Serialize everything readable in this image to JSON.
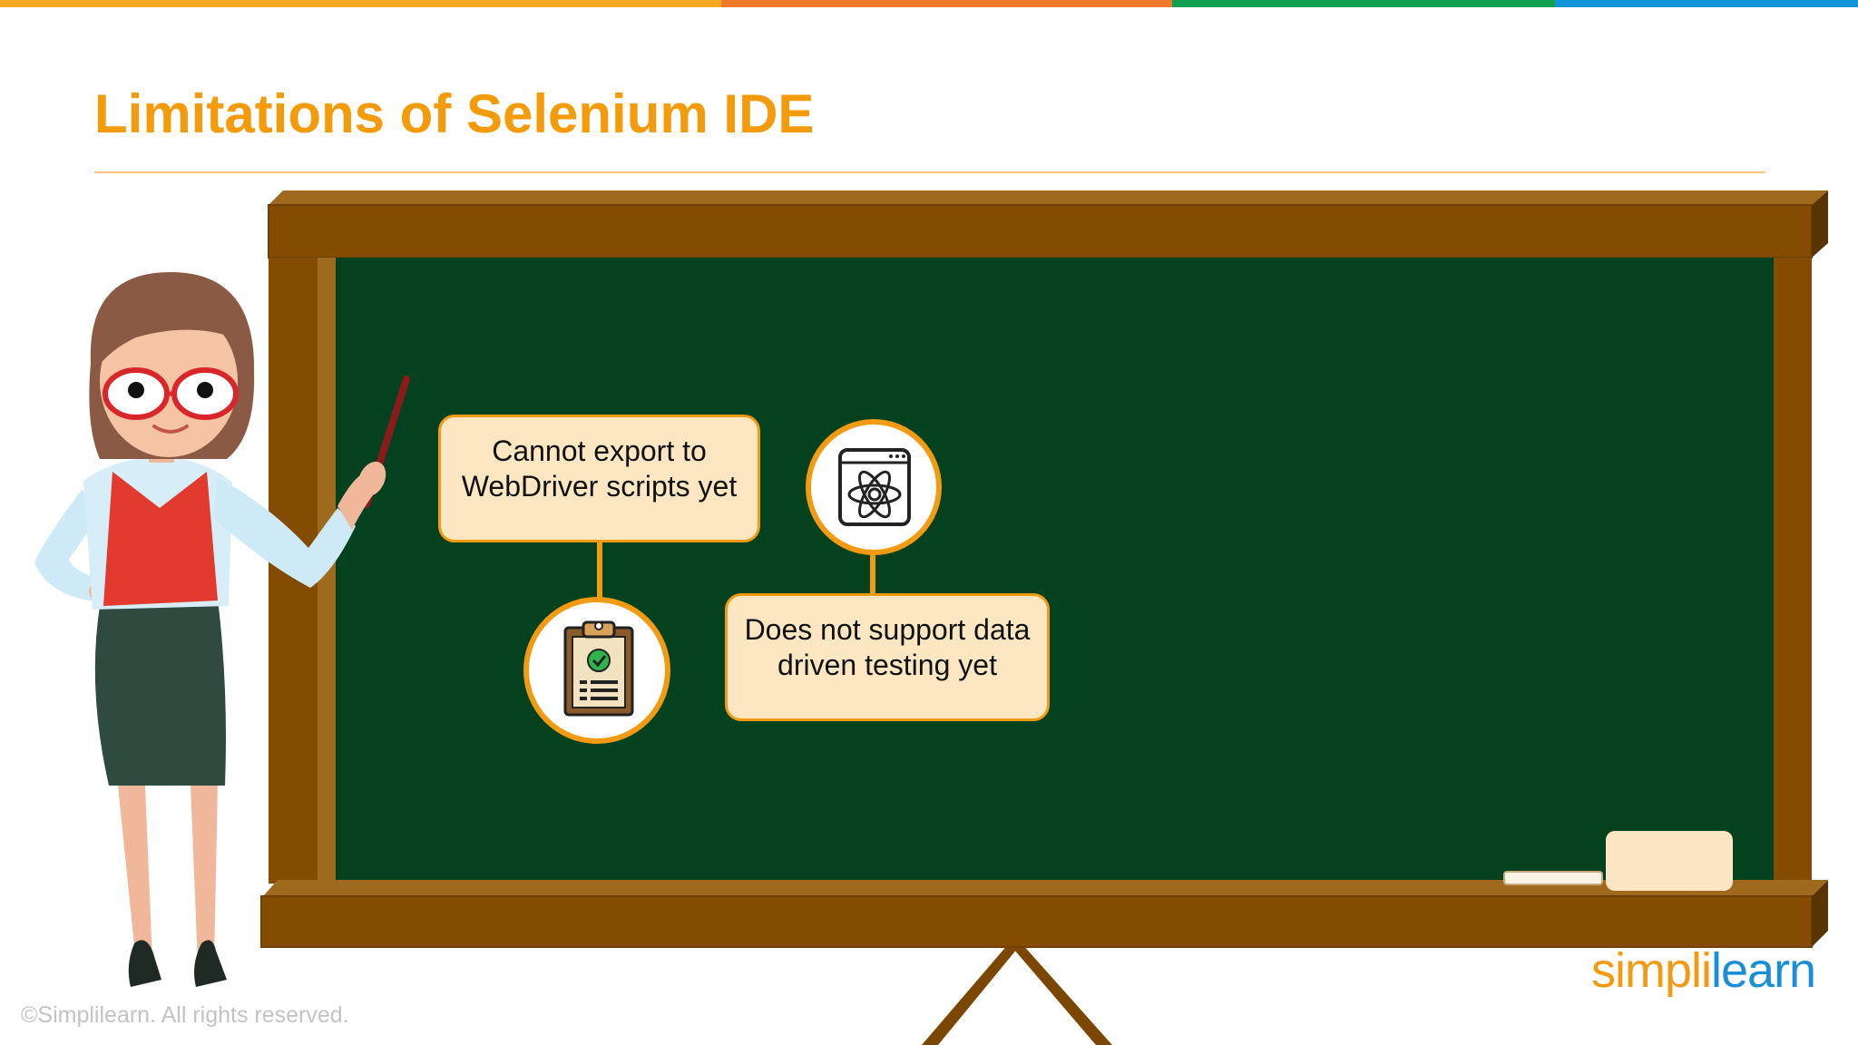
{
  "slide": {
    "title": "Limitations of Selenium IDE",
    "copyright": "©Simplilearn. All rights reserved."
  },
  "colors": {
    "title": "#f49b0b",
    "accent": "#f29a12",
    "board_green": "#03411f",
    "board_frame": "#834c00",
    "note_fill": "#fde7c2",
    "topbar": [
      "#f6a821",
      "#ef7a2b",
      "#10a050",
      "#1296d8"
    ]
  },
  "notes": [
    {
      "lines": [
        "Cannot export to",
        "WebDriver scripts yet"
      ],
      "icon": "clipboard-check-icon"
    },
    {
      "lines": [
        "Does not support data",
        "driven testing yet"
      ],
      "icon": "atom-browser-icon"
    }
  ],
  "logo": {
    "part1": "simpl",
    "part2": "i",
    "part3": "learn"
  }
}
